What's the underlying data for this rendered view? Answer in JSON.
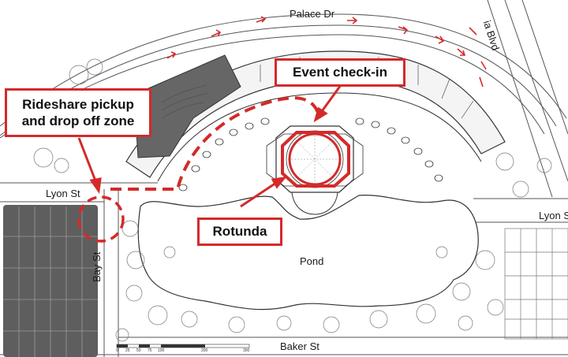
{
  "streets": {
    "palace_dr": "Palace Dr",
    "boulevard_partial": "ia Blvd",
    "lyon_st_left": "Lyon St",
    "lyon_st_right": "Lyon S",
    "bay_st": "Bay St",
    "baker_st": "Baker St"
  },
  "features": {
    "pond": "Pond"
  },
  "callouts": {
    "event_checkin": "Event check-in",
    "rideshare_line1": "Rideshare pickup",
    "rideshare_line2": "and drop off zone",
    "rotunda": "Rotunda"
  },
  "scale_bar": {
    "ticks": [
      "0",
      "25",
      "50",
      "75",
      "100",
      "200",
      "300"
    ]
  },
  "colors": {
    "annotation_red": "#d42a2a",
    "building_dark": "#6b6b6b",
    "linework": "#333333",
    "background": "#ffffff"
  }
}
